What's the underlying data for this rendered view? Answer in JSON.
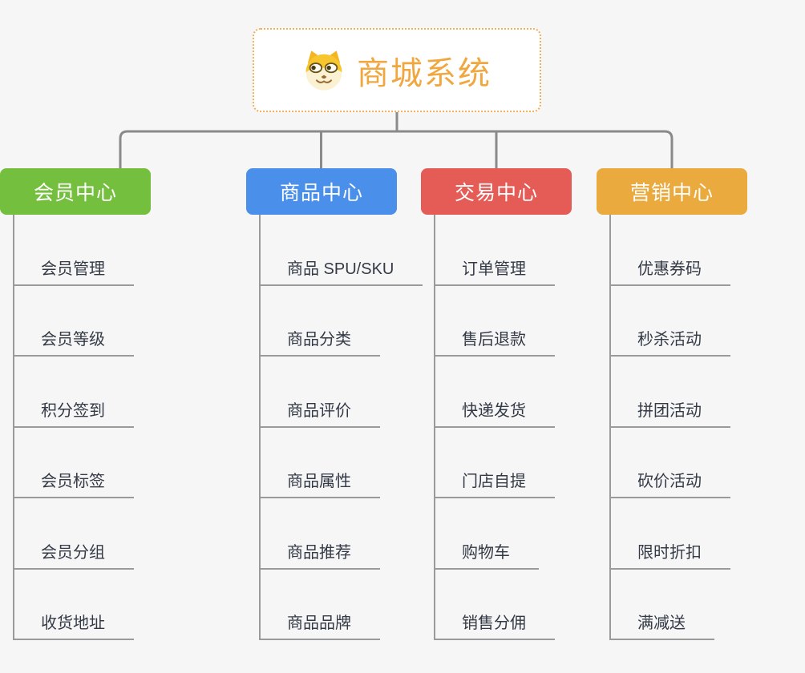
{
  "root": {
    "title": "商城系统",
    "icon": "dog-face-icon"
  },
  "colors": {
    "background": "#f6f6f7",
    "connector": "#8a8a8a",
    "leaf_line": "#9a9a9a",
    "leaf_text": "#333a45",
    "root_border": "#f0b057",
    "root_title": "#f0a73f"
  },
  "branches": [
    {
      "label": "商品中心",
      "color": "#4a8fe9",
      "children": [
        "商品 SPU/SKU",
        "商品分类",
        "商品评价",
        "商品属性",
        "商品推荐",
        "商品品牌"
      ]
    },
    {
      "label": "交易中心",
      "color": "#e55b56",
      "children": [
        "订单管理",
        "售后退款",
        "快递发货",
        "门店自提",
        "购物车",
        "销售分佣"
      ]
    },
    {
      "label": "营销中心",
      "color": "#ebaa3d",
      "children": [
        "优惠券码",
        "秒杀活动",
        "拼团活动",
        "砍价活动",
        "限时折扣",
        "满减送"
      ]
    },
    {
      "label": "会员中心",
      "color": "#74bf3e",
      "children": [
        "会员管理",
        "会员等级",
        "积分签到",
        "会员标签",
        "会员分组",
        "收货地址"
      ]
    }
  ]
}
